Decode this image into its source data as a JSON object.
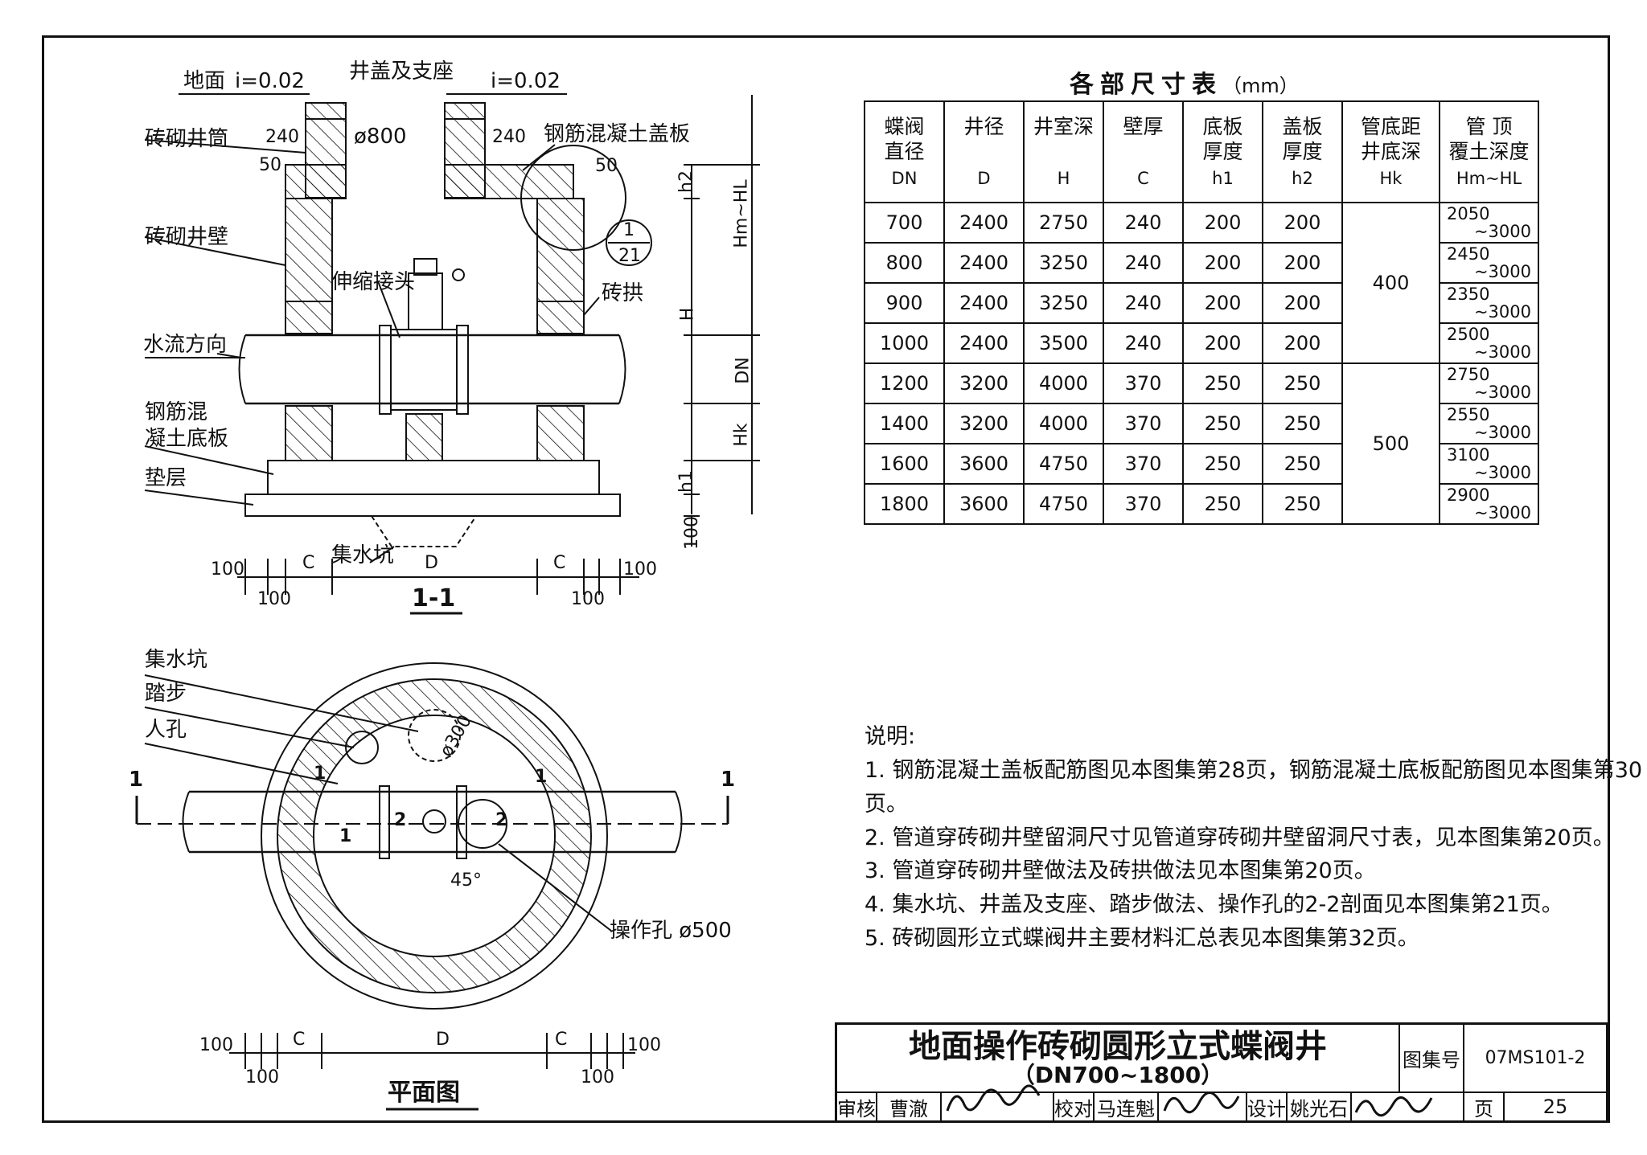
{
  "section": {
    "title": "1-1",
    "labels": {
      "ground": "地面",
      "slope_left": "i=0.02",
      "slope_right": "i=0.02",
      "cover": "井盖及支座",
      "shaft": "砖砌井筒",
      "d240_left": "240",
      "d240_right": "240",
      "d800": "ø800",
      "rc_cover": "钢筋混凝土盖板",
      "d50_left": "50",
      "d50_right": "50",
      "wall": "砖砌井壁",
      "joint": "伸缩接头",
      "arch": "砖拱",
      "flow": "水流方向",
      "base_slab": "钢筋混\n凝土底板",
      "cushion": "垫层",
      "sump": "集水坑",
      "detail_num": "1",
      "detail_page": "21",
      "dim_h2": "h2",
      "dim_hmhl": "Hm~HL",
      "dim_H": "H",
      "dim_DN": "DN",
      "dim_Hk": "Hk",
      "dim_h1": "h1",
      "dim_100v": "100",
      "bottom_100a": "100",
      "bottom_C1": "C",
      "bottom_D": "D",
      "bottom_C2": "C",
      "bottom_100b": "100",
      "bottom_100c": "100",
      "bottom_100d": "100"
    }
  },
  "plan": {
    "title": "平面图",
    "labels": {
      "sump": "集水坑",
      "step": "踏步",
      "manhole": "人孔",
      "cut1_left": "1",
      "cut1_right": "1",
      "mk1a": "1",
      "mk1b": "1",
      "mk1c": "1",
      "mk2a": "2",
      "mk2b": "2",
      "d300": "ø300",
      "angle": "45°",
      "op_hole": "操作孔 ø500",
      "b100a": "100",
      "bC1": "C",
      "bD": "D",
      "bC2": "C",
      "b100b": "100",
      "b100c": "100",
      "b100d": "100"
    }
  },
  "table": {
    "title": "各部尺寸表",
    "unit": "（mm）",
    "headers": [
      {
        "name": "蝶阀\n直径",
        "sym": "DN"
      },
      {
        "name": "井径",
        "sym": "D"
      },
      {
        "name": "井室深",
        "sym": "H"
      },
      {
        "name": "壁厚",
        "sym": "C"
      },
      {
        "name": "底板\n厚度",
        "sym": "h1"
      },
      {
        "name": "盖板\n厚度",
        "sym": "h2"
      },
      {
        "name": "管底距\n井底深",
        "sym": "Hk"
      },
      {
        "name": "管 顶\n覆土深度",
        "sym": "Hm~HL"
      }
    ],
    "rows": [
      {
        "dn": "700",
        "d": "2400",
        "h": "2750",
        "c": "240",
        "h1": "200",
        "h2": "200",
        "hm_a": "2050",
        "hm_b": "~3000"
      },
      {
        "dn": "800",
        "d": "2400",
        "h": "3250",
        "c": "240",
        "h1": "200",
        "h2": "200",
        "hm_a": "2450",
        "hm_b": "~3000"
      },
      {
        "dn": "900",
        "d": "2400",
        "h": "3250",
        "c": "240",
        "h1": "200",
        "h2": "200",
        "hm_a": "2350",
        "hm_b": "~3000"
      },
      {
        "dn": "1000",
        "d": "2400",
        "h": "3500",
        "c": "240",
        "h1": "200",
        "h2": "200",
        "hm_a": "2500",
        "hm_b": "~3000"
      },
      {
        "dn": "1200",
        "d": "3200",
        "h": "4000",
        "c": "370",
        "h1": "250",
        "h2": "250",
        "hm_a": "2750",
        "hm_b": "~3000"
      },
      {
        "dn": "1400",
        "d": "3200",
        "h": "4000",
        "c": "370",
        "h1": "250",
        "h2": "250",
        "hm_a": "2550",
        "hm_b": "~3000"
      },
      {
        "dn": "1600",
        "d": "3600",
        "h": "4750",
        "c": "370",
        "h1": "250",
        "h2": "250",
        "hm_a": "3100",
        "hm_b": "~3000"
      },
      {
        "dn": "1800",
        "d": "3600",
        "h": "4750",
        "c": "370",
        "h1": "250",
        "h2": "250",
        "hm_a": "2900",
        "hm_b": "~3000"
      }
    ],
    "hk_group1": "400",
    "hk_group2": "500"
  },
  "notes": {
    "heading": "说明:",
    "items": [
      "1. 钢筋混凝土盖板配筋图见本图集第28页，钢筋混凝土底板配筋图见本图集第30页。",
      "2. 管道穿砖砌井壁留洞尺寸见管道穿砖砌井壁留洞尺寸表，见本图集第20页。",
      "3. 管道穿砖砌井壁做法及砖拱做法见本图集第20页。",
      "4. 集水坑、井盖及支座、踏步做法、操作孔的2-2剖面见本图集第21页。",
      "5. 砖砌圆形立式蝶阀井主要材料汇总表见本图集第32页。"
    ]
  },
  "title_block": {
    "title": "地面操作砖砌圆形立式蝶阀井",
    "subtitle": "（DN700~1800）",
    "atlas_label": "图集号",
    "atlas_no": "07MS101-2",
    "page_label": "页",
    "page_no": "25",
    "review_label": "审核",
    "review_name": "曹澈",
    "check_label": "校对",
    "check_name": "马连魁",
    "design_label": "设计",
    "design_name": "姚光石"
  }
}
